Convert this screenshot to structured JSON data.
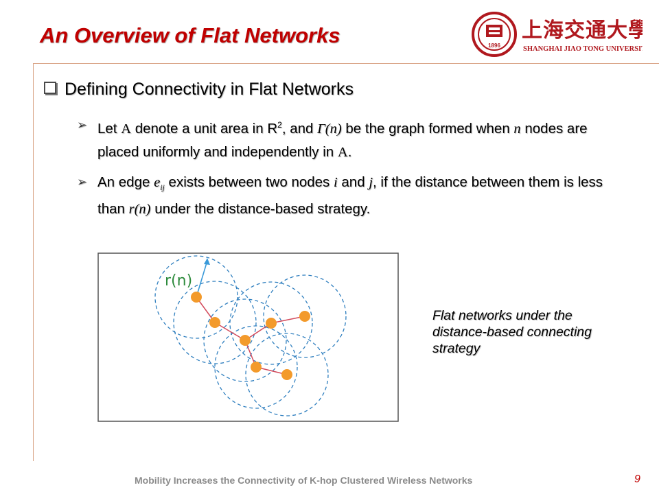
{
  "slide": {
    "title": "An Overview of Flat Networks",
    "section_heading": "Defining Connectivity in Flat Networks",
    "bullets": [
      {
        "parts": [
          "Let ",
          "A",
          " denote a unit area in R",
          "2",
          ", and ",
          "Γ(n)",
          " be the graph formed when ",
          "n",
          " nodes are placed uniformly and independently in ",
          "A",
          "."
        ]
      },
      {
        "parts": [
          "An edge ",
          "e",
          "ij",
          " exists between two nodes ",
          "i",
          " and ",
          "j",
          ", if the distance between them is less than ",
          "r(n)",
          " under the distance-based strategy."
        ]
      }
    ],
    "diagram_label": "r(n)",
    "caption": "Flat networks under the distance-based connecting strategy",
    "footer": "Mobility Increases the Connectivity of K-hop Clustered Wireless Networks",
    "page_number": "9"
  },
  "logo": {
    "university_name": "SHANGHAI JIAO TONG UNIVERSITY",
    "chinese_name": "上海交通大學",
    "seal_year": "1896"
  },
  "colors": {
    "title": "#c00000",
    "logo_red": "#b0181e",
    "node": "#f39a2b",
    "edge": "#d34b5c",
    "circle": "#2f7fbf",
    "radius_label": "#2e8b3d"
  }
}
